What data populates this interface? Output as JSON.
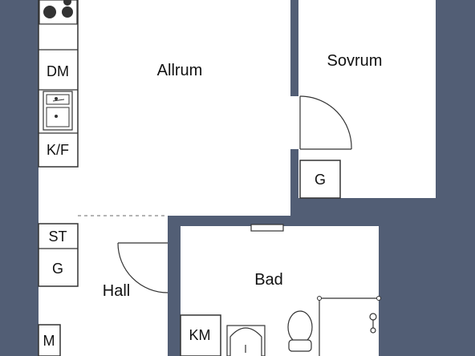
{
  "colors": {
    "wall": "#525e75",
    "floor": "#ffffff",
    "line": "#333333",
    "dash": "#888888"
  },
  "rooms": {
    "allrum": "Allrum",
    "sovrum": "Sovrum",
    "hall": "Hall",
    "bad": "Bad"
  },
  "fixtures": {
    "dm": "DM",
    "kf": "K/F",
    "st": "ST",
    "g_hall": "G",
    "m": "M",
    "g_bedroom": "G",
    "km": "KM"
  },
  "icons": [
    "stove-icon",
    "sink-icon",
    "washbasin-icon",
    "toilet-icon",
    "shower-icon",
    "door-swing-icon",
    "window-icon"
  ]
}
